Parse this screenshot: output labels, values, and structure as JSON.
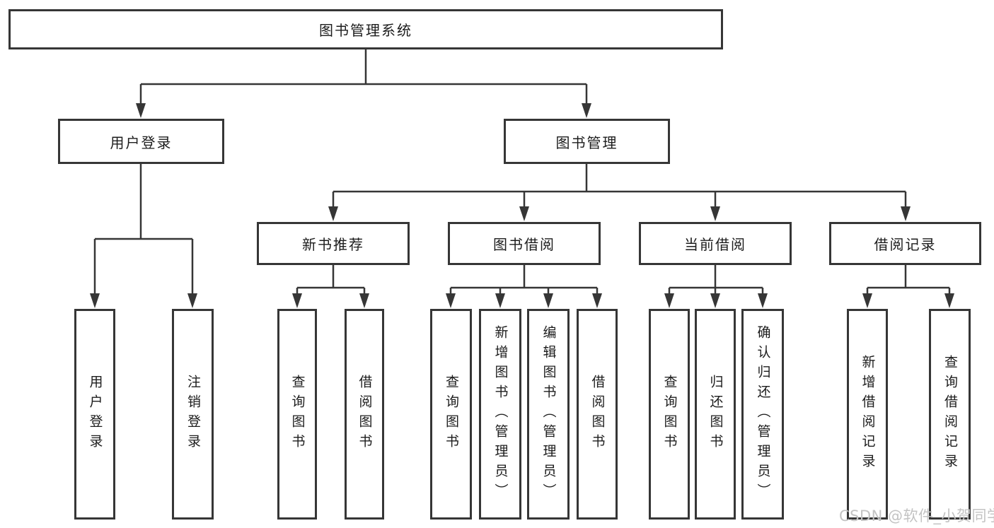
{
  "tree": {
    "root": {
      "label": "图书管理系统"
    },
    "login": {
      "label": "用户登录",
      "children": [
        {
          "label": "用户登录"
        },
        {
          "label": "注销登录"
        }
      ]
    },
    "mgmt": {
      "label": "图书管理",
      "groups": [
        {
          "label": "新书推荐",
          "children": [
            {
              "label": "查询图书"
            },
            {
              "label": "借阅图书"
            }
          ]
        },
        {
          "label": "图书借阅",
          "children": [
            {
              "label": "查询图书"
            },
            {
              "label": "新增图书（管理员）"
            },
            {
              "label": "编辑图书（管理员）"
            },
            {
              "label": "借阅图书"
            }
          ]
        },
        {
          "label": "当前借阅",
          "children": [
            {
              "label": "查询图书"
            },
            {
              "label": "归还图书"
            },
            {
              "label": "确认归还（管理员）"
            }
          ]
        },
        {
          "label": "借阅记录",
          "children": [
            {
              "label": "新增借阅记录"
            },
            {
              "label": "查询借阅记录"
            }
          ]
        }
      ]
    }
  },
  "watermark": {
    "text": "CSDN @软件_小贺同学"
  },
  "colors": {
    "line": "#363636",
    "text": "#1c1c1c",
    "background": "#ffffff",
    "watermark": "#c3c3c3"
  }
}
